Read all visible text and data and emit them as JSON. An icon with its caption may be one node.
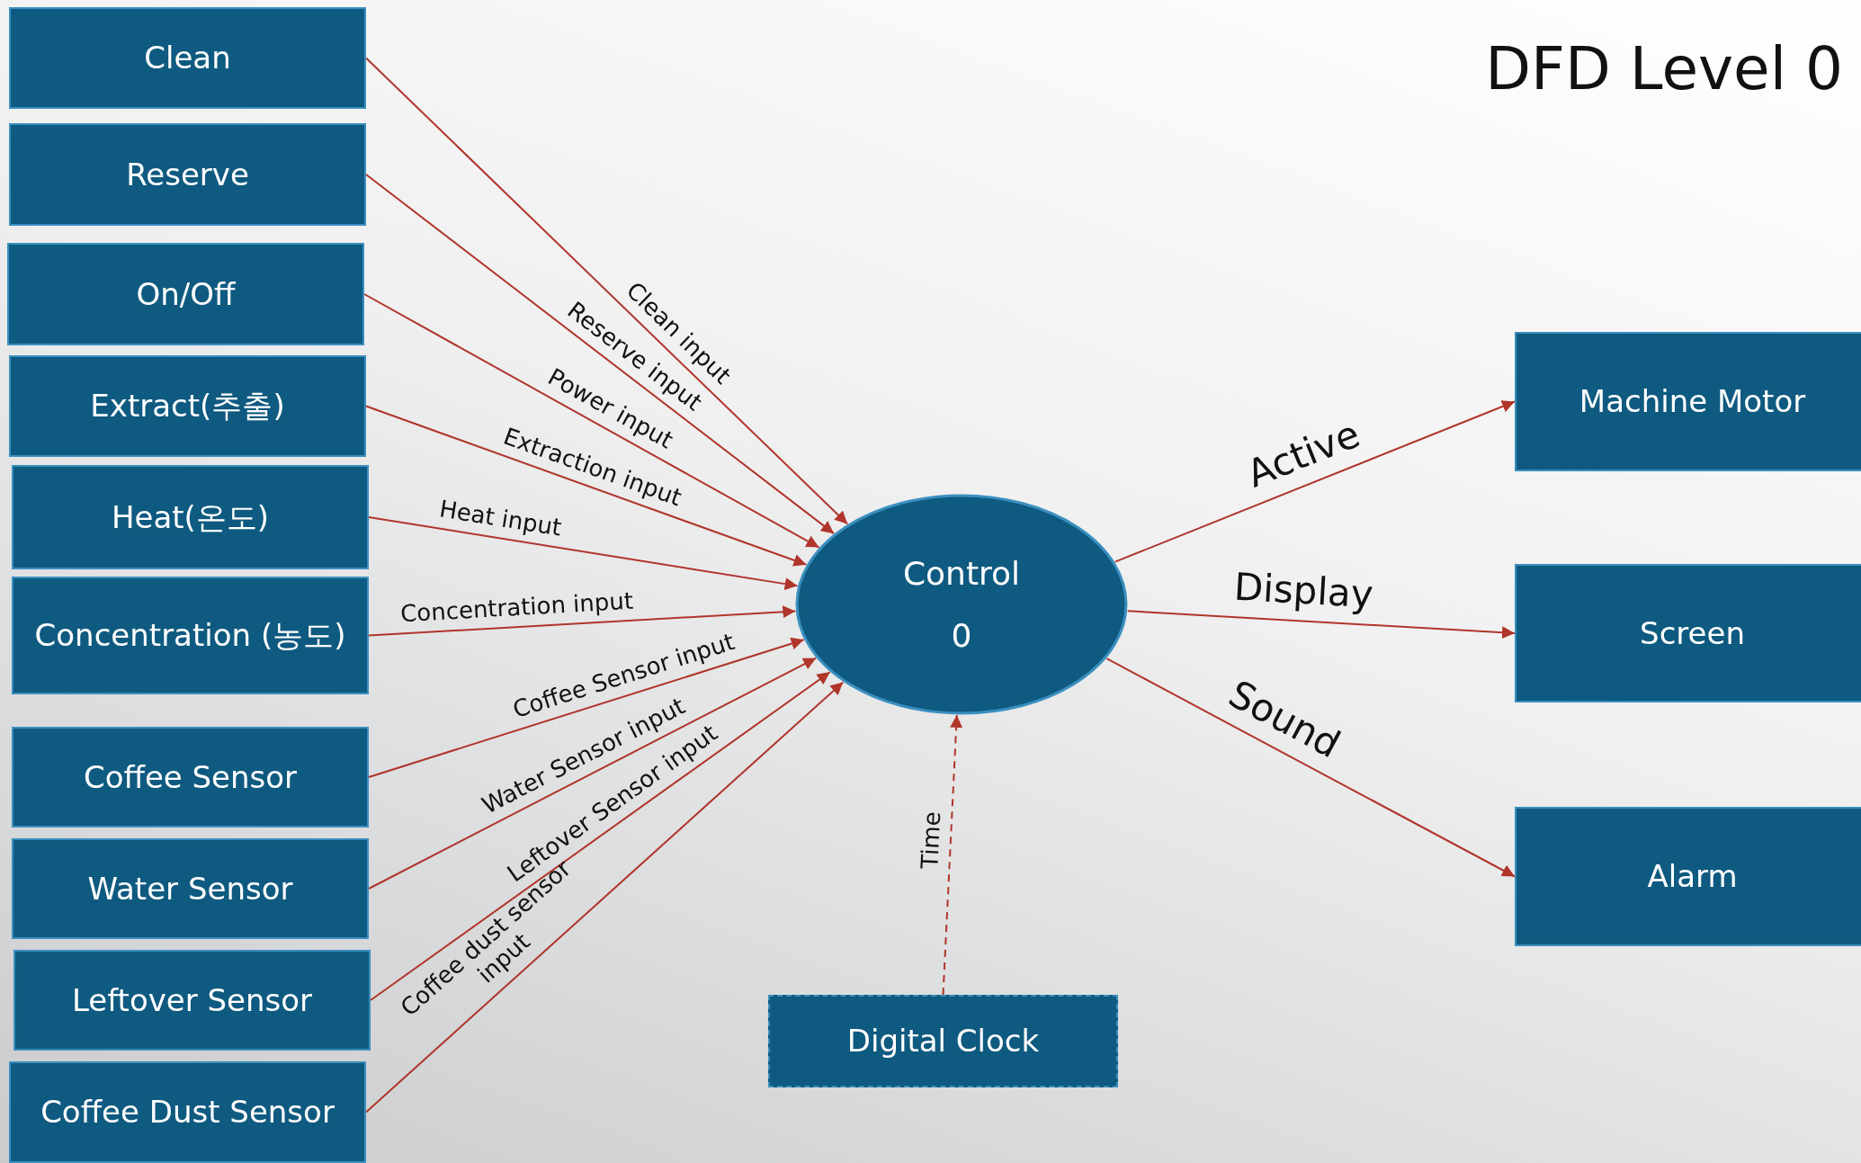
{
  "diagram": {
    "title": "DFD Level 0",
    "nodes": [
      {
        "text": [
          "Clean"
        ]
      },
      {
        "text": [
          "Reserve"
        ]
      },
      {
        "text": [
          "On/Off"
        ]
      },
      {
        "text": [
          "Extract(추출)"
        ]
      },
      {
        "text": [
          "Heat(온도)"
        ]
      },
      {
        "text": [
          "Concentration (농도)"
        ]
      },
      {
        "text": [
          "Coffee Sensor"
        ]
      },
      {
        "text": [
          "Water Sensor"
        ]
      },
      {
        "text": [
          "Leftover Sensor"
        ]
      },
      {
        "text": [
          "Coffee Dust Sensor"
        ]
      },
      {
        "text": [
          "Control",
          "0"
        ]
      },
      {
        "text": [
          "Machine Motor"
        ]
      },
      {
        "text": [
          "Screen"
        ]
      },
      {
        "text": [
          "Alarm"
        ]
      },
      {
        "text": [
          "Digital Clock"
        ]
      }
    ],
    "edges": [
      {
        "from": 0,
        "to": 10,
        "arrow": "to",
        "label": "Clean input"
      },
      {
        "from": 1,
        "to": 10,
        "arrow": "to",
        "label": "Reserve input"
      },
      {
        "from": 2,
        "to": 10,
        "arrow": "to",
        "label": "Power input"
      },
      {
        "from": 3,
        "to": 10,
        "arrow": "to",
        "label": "Extraction input"
      },
      {
        "from": 4,
        "to": 10,
        "arrow": "to",
        "label": "Heat input"
      },
      {
        "from": 5,
        "to": 10,
        "arrow": "to",
        "label": "Concentration input"
      },
      {
        "from": 6,
        "to": 10,
        "arrow": "to",
        "label": "Coffee Sensor input"
      },
      {
        "from": 7,
        "to": 10,
        "arrow": "to",
        "label": "Water Sensor input"
      },
      {
        "from": 8,
        "to": 10,
        "arrow": "to",
        "label": "Leftover Sensor input"
      },
      {
        "from": 9,
        "to": 10,
        "arrow": "to",
        "label": "Coffee dust sensor input"
      },
      {
        "from": 10,
        "to": 11,
        "arrow": "to",
        "label": "Active"
      },
      {
        "from": 10,
        "to": 12,
        "arrow": "to",
        "label": "Display"
      },
      {
        "from": 10,
        "to": 13,
        "arrow": "to",
        "label": "Sound"
      },
      {
        "from": 14,
        "to": 10,
        "arrow": "to",
        "label": "Time",
        "style": "dashed"
      }
    ]
  }
}
